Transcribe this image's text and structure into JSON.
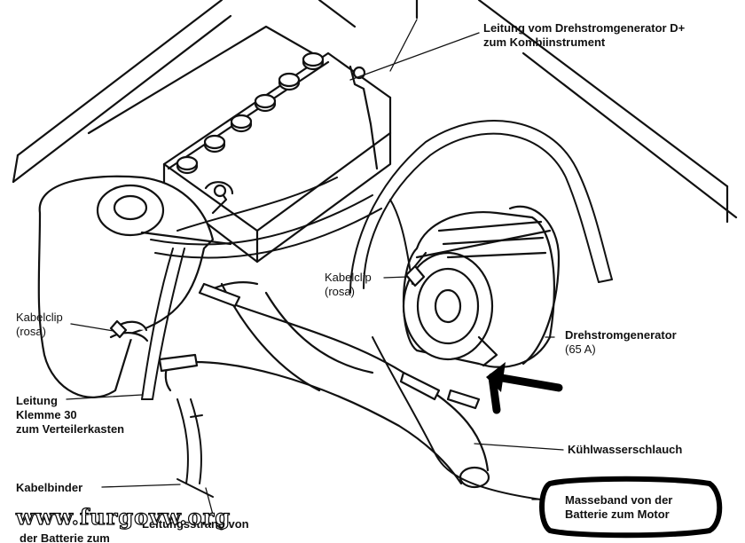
{
  "labels": {
    "alternator_lead": {
      "line1": "Leitung vom Drehstromgenerator D+",
      "line2": "zum Kombiinstrument"
    },
    "cable_clip_left": {
      "line1": "Kabelclip",
      "line2": "(rosa)"
    },
    "cable_clip_center": {
      "line1": "Kabelclip",
      "line2": "(rosa)"
    },
    "alternator": {
      "line1": "Drehstromgenerator",
      "line2": "(65 A)"
    },
    "lead_terminal_30": {
      "line1": "Leitung",
      "line2": "Klemme 30",
      "line3": "zum Verteilerkasten"
    },
    "coolant_hose": {
      "line1": "Kühlwasserschlauch"
    },
    "cable_tie": {
      "line1": "Kabelbinder"
    },
    "ground_strap": {
      "line1": "Masseband von der",
      "line2": "Batterie zum Motor"
    },
    "wiring_harness_partial": {
      "line1": "Leitungsstrang von",
      "line2": "der Batterie zum"
    }
  },
  "watermark": "www.furgovw.org",
  "colors": {
    "ink": "#111111",
    "paper": "#ffffff",
    "highlight": "#000000"
  },
  "icons": {
    "pointer": "arrow-icon",
    "highlight": "hand-drawn-circle"
  }
}
